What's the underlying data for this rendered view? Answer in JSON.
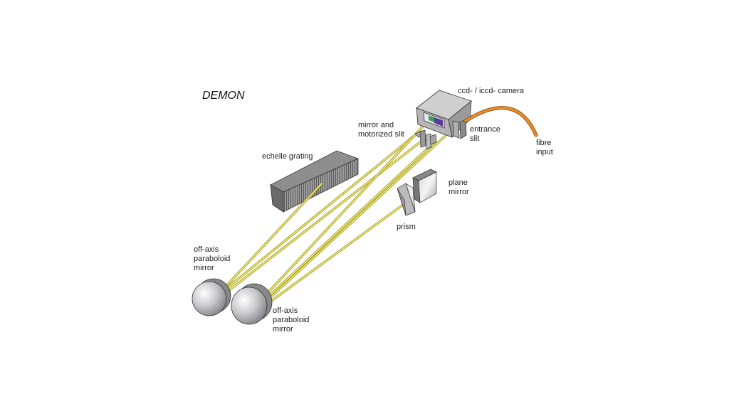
{
  "title": "DEMON",
  "labels": {
    "camera": "ccd- / iccd- camera",
    "entrance_slit": [
      "entrance",
      "slit"
    ],
    "fibre_input": [
      "fibre",
      "input"
    ],
    "mirror_slit": [
      "mirror and",
      "motorized slit"
    ],
    "echelle": "echelle grating",
    "plane_mirror": [
      "plane",
      "mirror"
    ],
    "prism": "prism",
    "paraboloid_left": [
      "off-axis",
      "paraboloid",
      "mirror"
    ],
    "paraboloid_right": [
      "off-axis",
      "paraboloid",
      "mirror"
    ]
  },
  "colors": {
    "beam": "#f2ec6a",
    "fibre": "#e88a2a",
    "metal": "#b8b8b8"
  }
}
